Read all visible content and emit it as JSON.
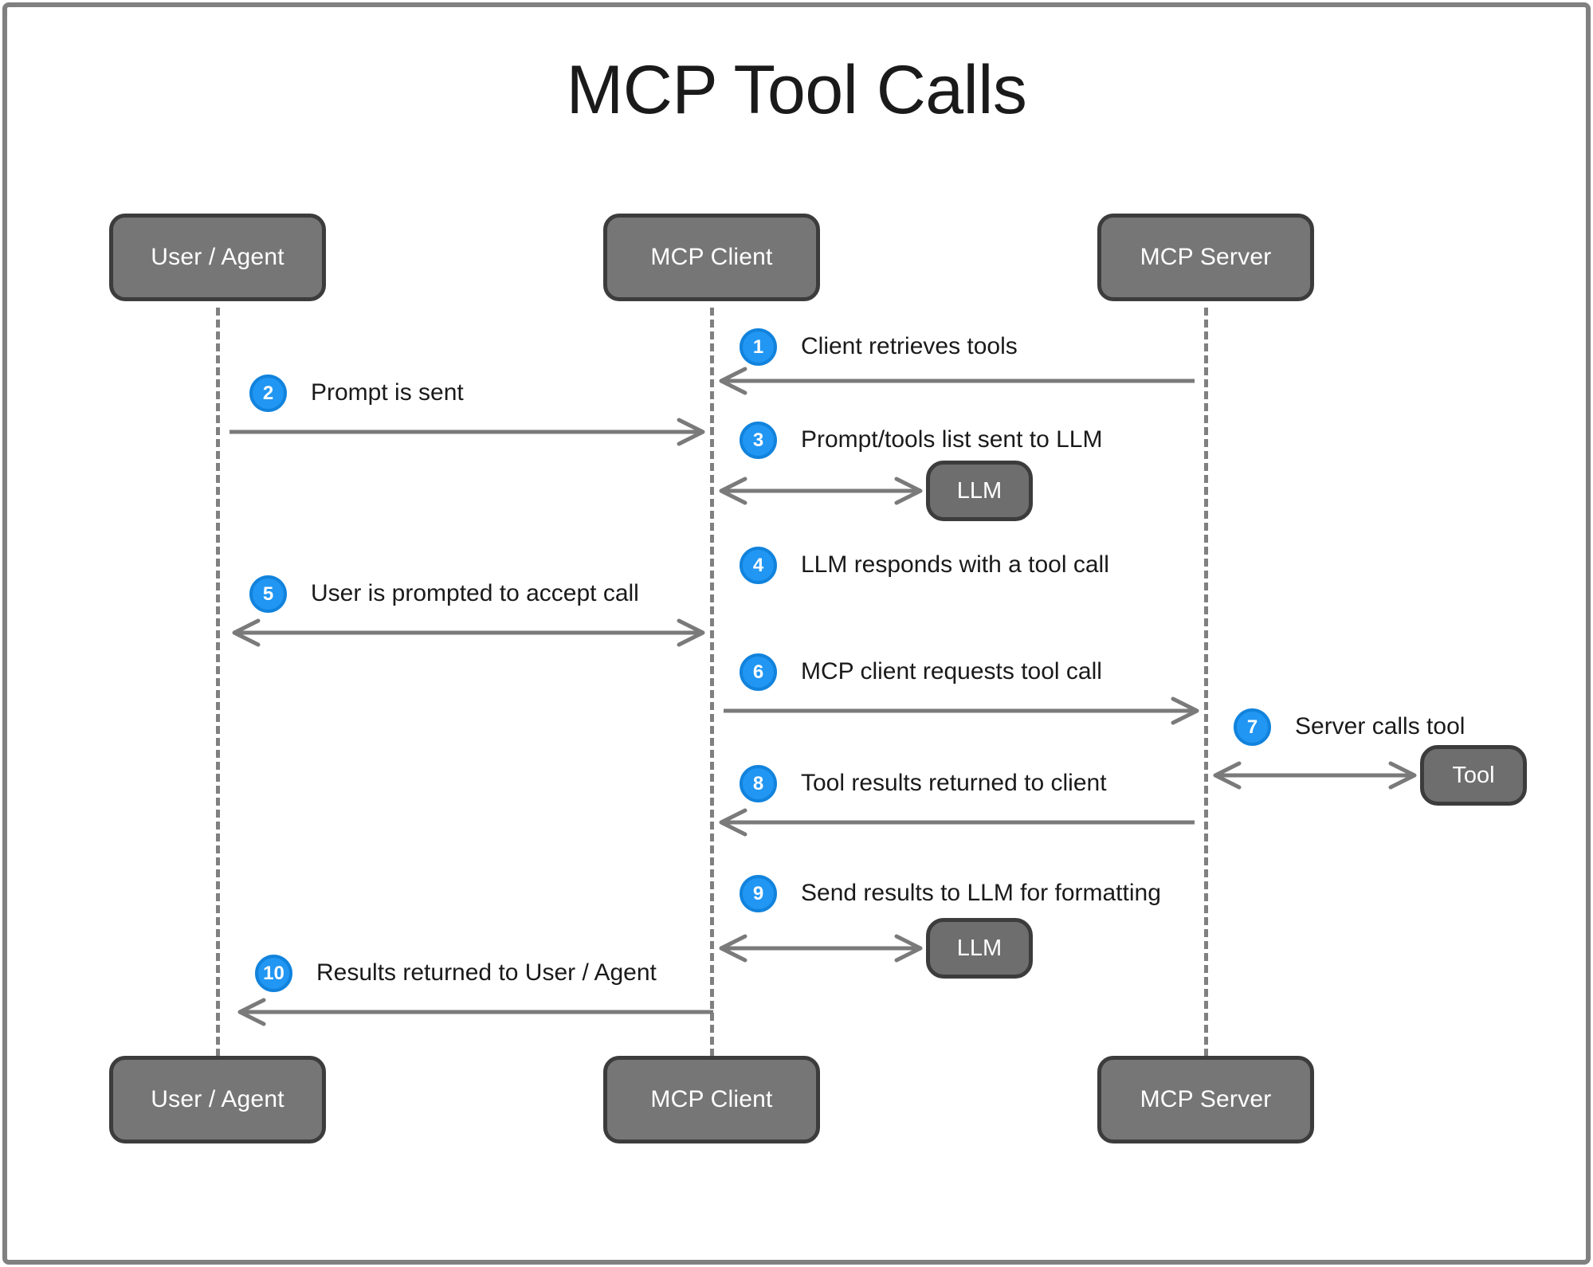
{
  "title": "MCP Tool Calls",
  "colors": {
    "accent_badge": "#2196f3",
    "badge_border": "#1183dd",
    "participant_fill": "#767676",
    "participant_border": "#3c3c3c",
    "lifeline": "#808080",
    "arrow": "#7a7a7a",
    "frame_border": "#808080",
    "text": "#1a1a1a"
  },
  "participants": [
    {
      "id": "user-agent",
      "label": "User / Agent"
    },
    {
      "id": "mcp-client",
      "label": "MCP Client"
    },
    {
      "id": "mcp-server",
      "label": "MCP Server"
    }
  ],
  "participants_bottom": [
    {
      "id": "user-agent",
      "label": "User / Agent"
    },
    {
      "id": "mcp-client",
      "label": "MCP Client"
    },
    {
      "id": "mcp-server",
      "label": "MCP Server"
    }
  ],
  "side_actors": [
    {
      "id": "llm-step3",
      "label": "LLM"
    },
    {
      "id": "tool-step7",
      "label": "Tool"
    },
    {
      "id": "llm-step9",
      "label": "LLM"
    }
  ],
  "steps": [
    {
      "number": "1",
      "label": "Client retrieves tools",
      "from": "MCP Server",
      "to": "MCP Client",
      "direction": "left",
      "arrow_kind": "single"
    },
    {
      "number": "2",
      "label": "Prompt is sent",
      "from": "User / Agent",
      "to": "MCP Client",
      "direction": "right",
      "arrow_kind": "single"
    },
    {
      "number": "3",
      "label": "Prompt/tools list sent to LLM",
      "from": "MCP Client",
      "to": "LLM",
      "direction": "both",
      "arrow_kind": "double"
    },
    {
      "number": "4",
      "label": "LLM responds with a tool call",
      "from": "LLM",
      "to": "MCP Client",
      "direction": "none",
      "arrow_kind": "none"
    },
    {
      "number": "5",
      "label": "User is prompted to accept call",
      "from": "MCP Client",
      "to": "User / Agent",
      "direction": "both",
      "arrow_kind": "double"
    },
    {
      "number": "6",
      "label": "MCP client requests tool call",
      "from": "MCP Client",
      "to": "MCP Server",
      "direction": "right",
      "arrow_kind": "single"
    },
    {
      "number": "7",
      "label": "Server calls tool",
      "from": "MCP Server",
      "to": "Tool",
      "direction": "both",
      "arrow_kind": "double"
    },
    {
      "number": "8",
      "label": "Tool results returned to client",
      "from": "MCP Server",
      "to": "MCP Client",
      "direction": "left",
      "arrow_kind": "single"
    },
    {
      "number": "9",
      "label": "Send results to LLM for formatting",
      "from": "MCP Client",
      "to": "LLM",
      "direction": "both",
      "arrow_kind": "double"
    },
    {
      "number": "10",
      "label": "Results returned to User / Agent",
      "from": "MCP Client",
      "to": "User / Agent",
      "direction": "left",
      "arrow_kind": "single"
    }
  ]
}
